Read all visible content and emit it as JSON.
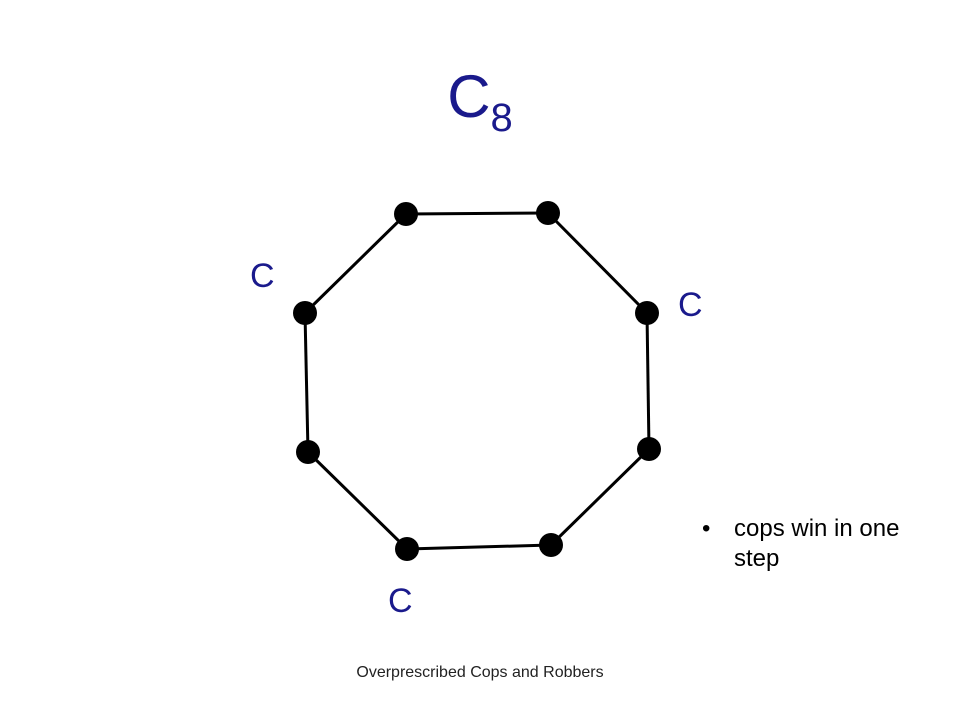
{
  "title": {
    "main": "C",
    "subscript": "8"
  },
  "graph": {
    "vertices": 8,
    "cop_labels": [
      "C",
      "C",
      "C"
    ]
  },
  "bullet": {
    "marker": "•",
    "text": "cops win in one step"
  },
  "footer": "Overprescribed Cops and Robbers",
  "colors": {
    "title": "#1a1a8c",
    "vertex": "#000000",
    "edge": "#000000"
  }
}
